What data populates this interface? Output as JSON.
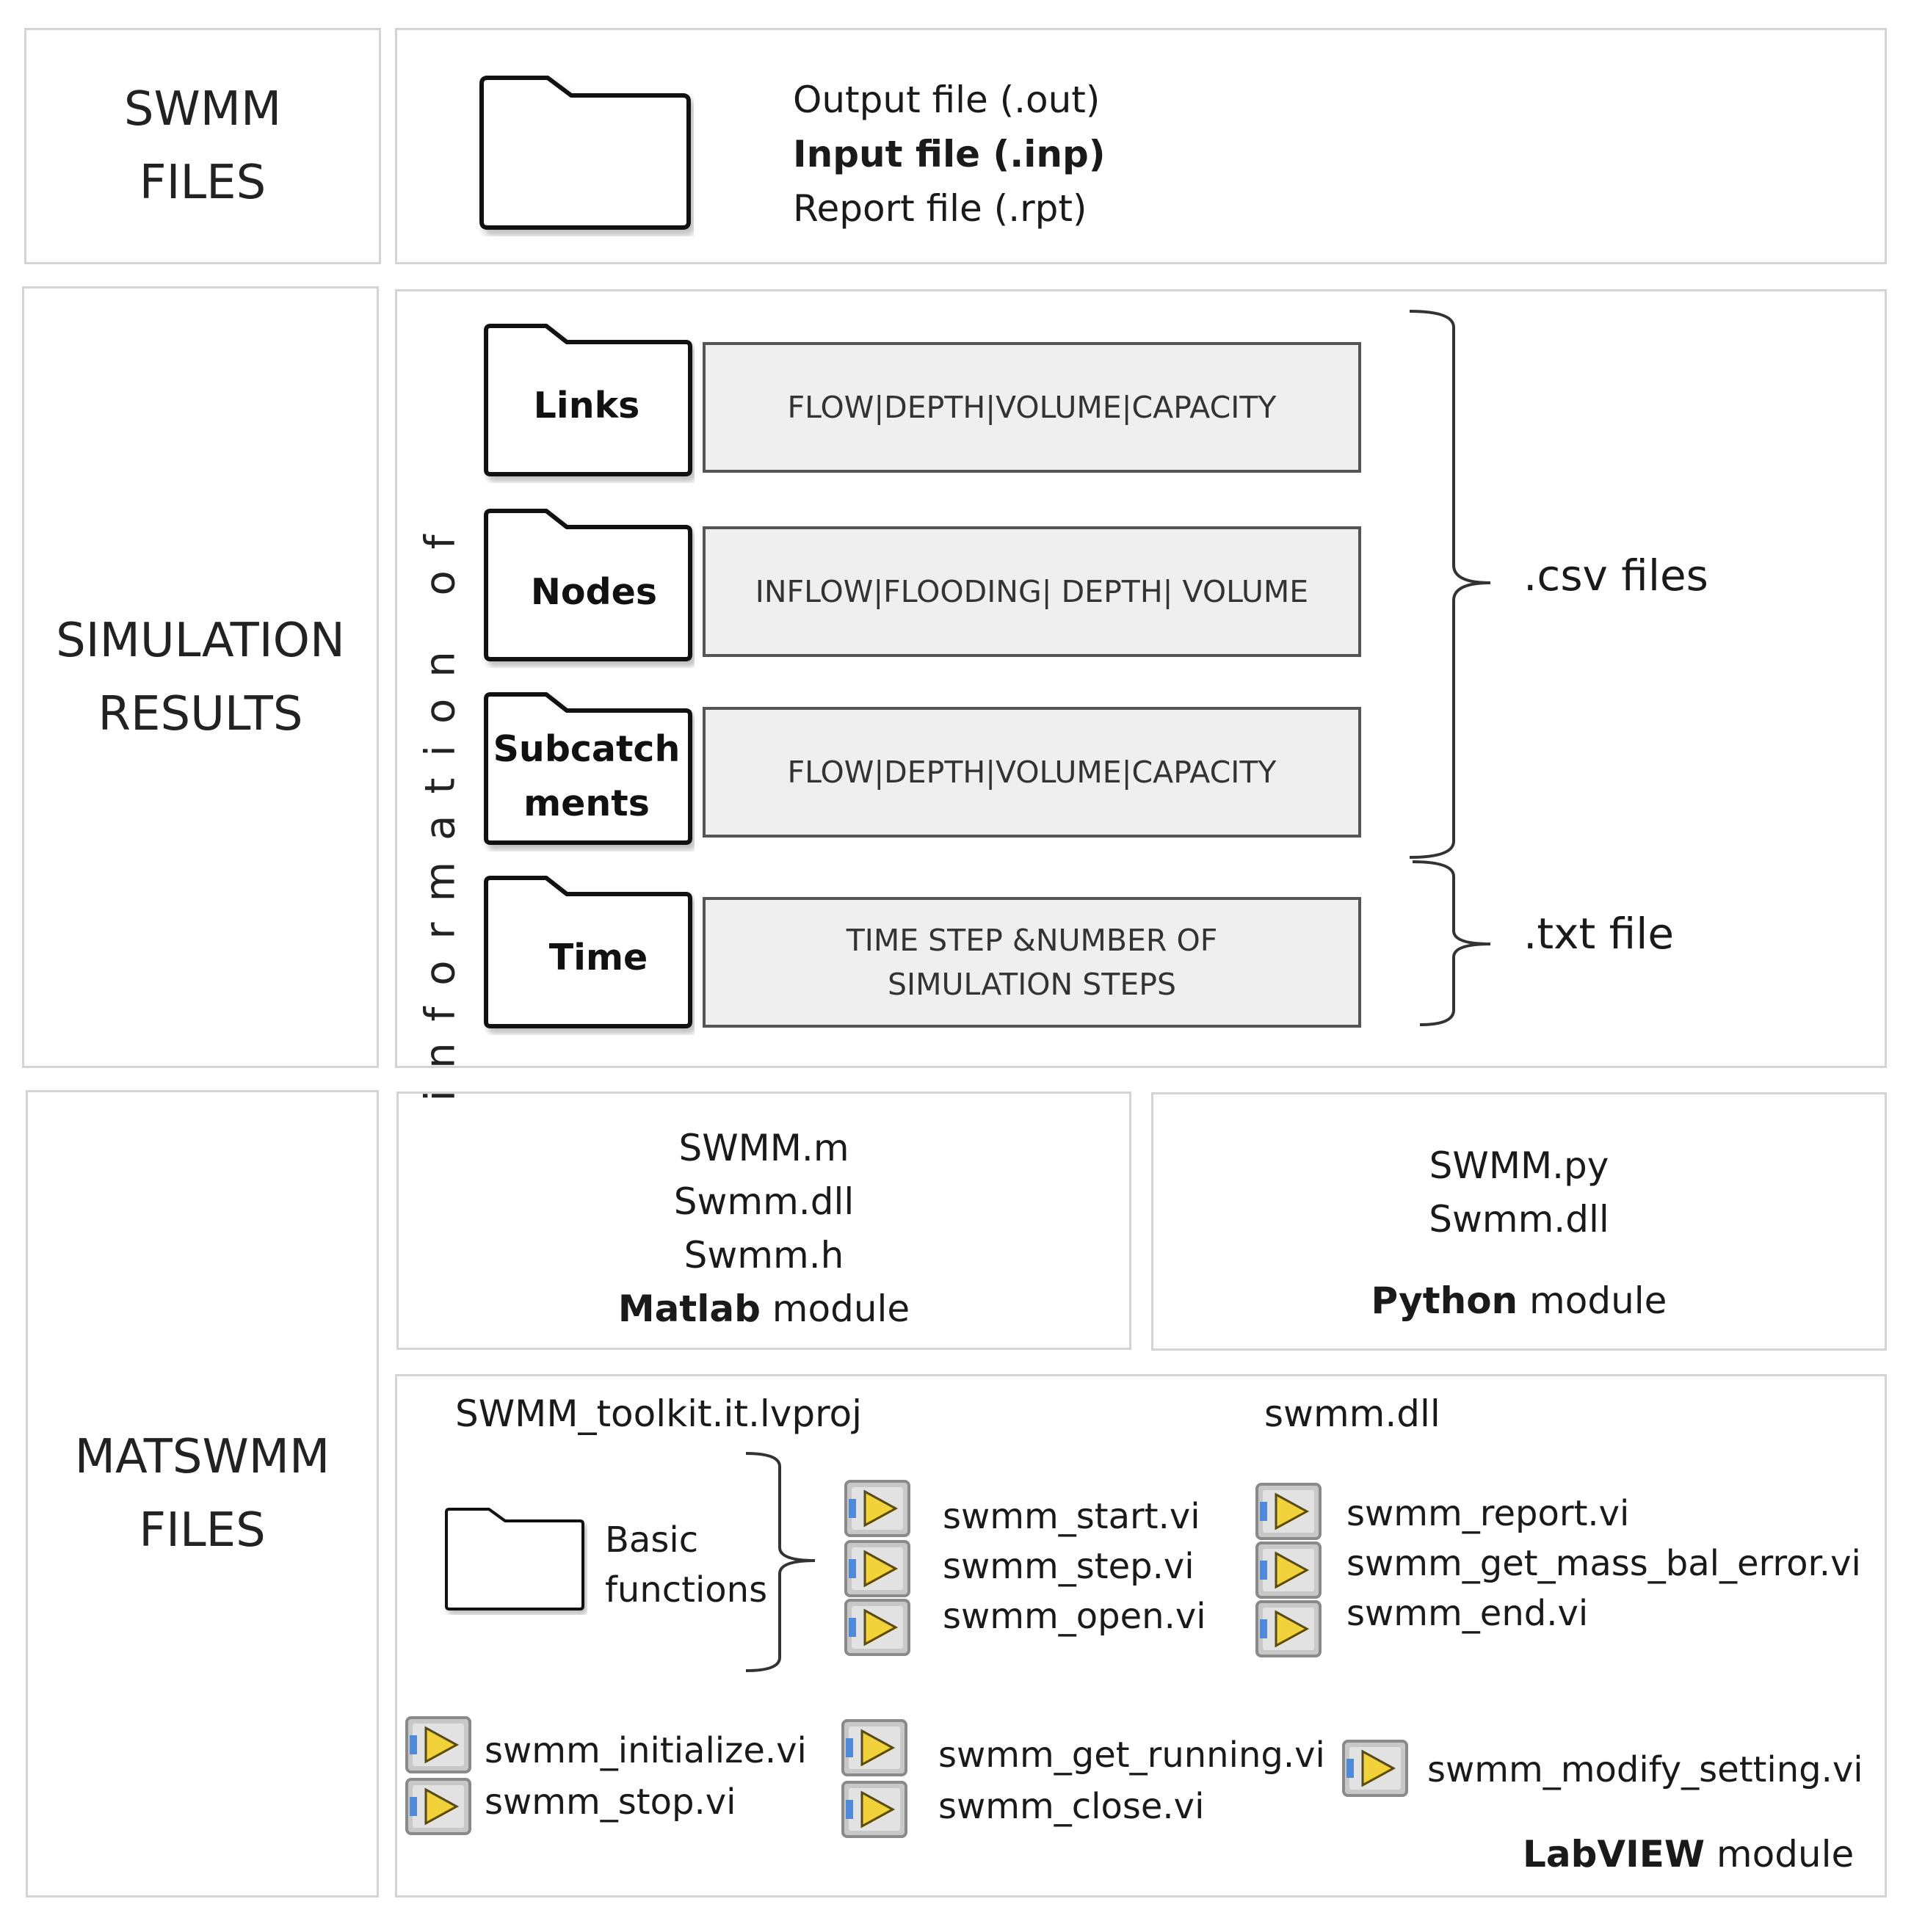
{
  "sections": {
    "swmm_files": {
      "label": "SWMM\nFILES"
    },
    "simulation_results": {
      "label": "SIMULATION\nRESULTS"
    },
    "matswmm_files": {
      "label": "MATSWMM\nFILES"
    }
  },
  "swmm_files": {
    "items": [
      {
        "text": "Output file (.out)",
        "bold": false
      },
      {
        "text": "Input file (.inp)",
        "bold": true
      },
      {
        "text": "Report file (.rpt)",
        "bold": false
      }
    ]
  },
  "simulation": {
    "vertical_label": "information of",
    "rows": [
      {
        "folder": "Links",
        "fields": "FLOW|DEPTH|VOLUME|CAPACITY"
      },
      {
        "folder": "Nodes",
        "fields": "INFLOW|FLOODING| DEPTH| VOLUME"
      },
      {
        "folder": "Subcatch\nments",
        "fields": "FLOW|DEPTH|VOLUME|CAPACITY"
      },
      {
        "folder": "Time",
        "fields": "TIME STEP &NUMBER OF\nSIMULATION STEPS"
      }
    ],
    "csv_label": ".csv files",
    "txt_label": ".txt file"
  },
  "matlab": {
    "files": [
      "SWMM.m",
      "Swmm.dll",
      "Swmm.h"
    ],
    "module_bold": "Matlab",
    "module_rest": " module"
  },
  "python": {
    "files": [
      "SWMM.py",
      "Swmm.dll"
    ],
    "module_bold": "Python",
    "module_rest": " module"
  },
  "labview": {
    "project_file": "SWMM_toolkit.it.lvproj",
    "dll_file": "swmm.dll",
    "basic_functions_label": "Basic\nfunctions",
    "basic_vis_left": [
      "swmm_start.vi",
      "swmm_step.vi",
      "swmm_open.vi"
    ],
    "basic_vis_right": [
      "swmm_report.vi",
      "swmm_get_mass_bal_error.vi",
      "swmm_end.vi"
    ],
    "other_vis_1": [
      "swmm_initialize.vi",
      "swmm_stop.vi"
    ],
    "other_vis_2": [
      "swmm_get_running.vi",
      "swmm_close.vi"
    ],
    "other_vis_3": [
      "swmm_modify_setting.vi"
    ],
    "module_bold": "LabVIEW",
    "module_rest": " module"
  },
  "icons": {
    "folder": "folder-icon",
    "vi": "labview-vi-icon"
  },
  "colors": {
    "border": "#d4d4d4",
    "field_bg": "#efefef",
    "field_border": "#555555",
    "vi_yellow": "#f2d23a"
  }
}
